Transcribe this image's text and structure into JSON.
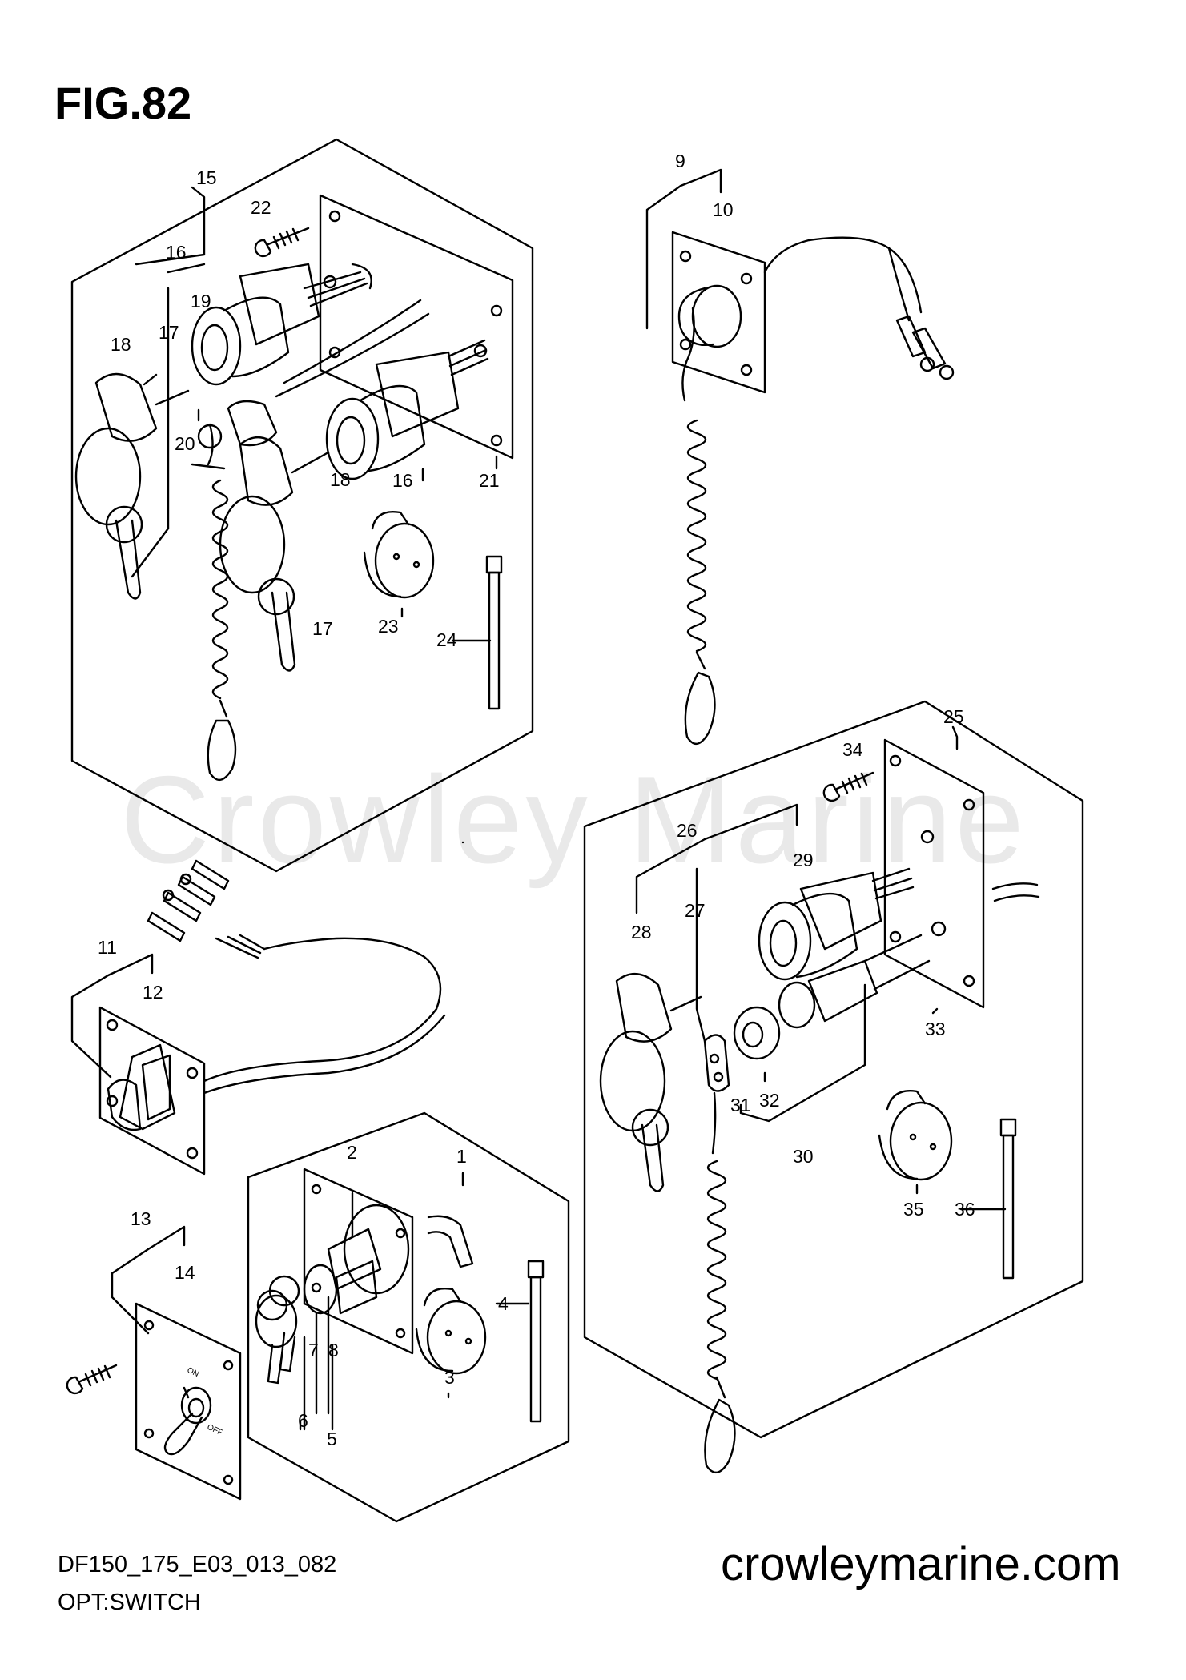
{
  "figure": {
    "title": "FIG.82",
    "code": "DF150_175_E03_013_082",
    "subtitle": "OPT:SWITCH",
    "site": "crowleymarine.com",
    "watermark": "Crowley Marine"
  },
  "callouts": [
    {
      "id": "c1",
      "text": "1"
    },
    {
      "id": "c2",
      "text": "2"
    },
    {
      "id": "c3",
      "text": "3"
    },
    {
      "id": "c4",
      "text": "4"
    },
    {
      "id": "c5",
      "text": "5"
    },
    {
      "id": "c6",
      "text": "6"
    },
    {
      "id": "c7",
      "text": "7"
    },
    {
      "id": "c8",
      "text": "8"
    },
    {
      "id": "c9",
      "text": "9"
    },
    {
      "id": "c10",
      "text": "10"
    },
    {
      "id": "c11",
      "text": "11"
    },
    {
      "id": "c12",
      "text": "12"
    },
    {
      "id": "c13",
      "text": "13"
    },
    {
      "id": "c14",
      "text": "14"
    },
    {
      "id": "c15",
      "text": "15"
    },
    {
      "id": "c16a",
      "text": "16"
    },
    {
      "id": "c16b",
      "text": "16"
    },
    {
      "id": "c17a",
      "text": "17"
    },
    {
      "id": "c17b",
      "text": "17"
    },
    {
      "id": "c18a",
      "text": "18"
    },
    {
      "id": "c18b",
      "text": "18"
    },
    {
      "id": "c19",
      "text": "19"
    },
    {
      "id": "c20",
      "text": "20"
    },
    {
      "id": "c21",
      "text": "21"
    },
    {
      "id": "c22",
      "text": "22"
    },
    {
      "id": "c23",
      "text": "23"
    },
    {
      "id": "c24",
      "text": "24"
    },
    {
      "id": "c25",
      "text": "25"
    },
    {
      "id": "c26",
      "text": "26"
    },
    {
      "id": "c27",
      "text": "27"
    },
    {
      "id": "c28",
      "text": "28"
    },
    {
      "id": "c29",
      "text": "29"
    },
    {
      "id": "c30",
      "text": "30"
    },
    {
      "id": "c31",
      "text": "31"
    },
    {
      "id": "c32",
      "text": "32"
    },
    {
      "id": "c33",
      "text": "33"
    },
    {
      "id": "c34",
      "text": "34"
    },
    {
      "id": "c35",
      "text": "35"
    },
    {
      "id": "c36",
      "text": "36"
    }
  ],
  "switch_marks": {
    "on": "ON",
    "off": "OFF"
  }
}
